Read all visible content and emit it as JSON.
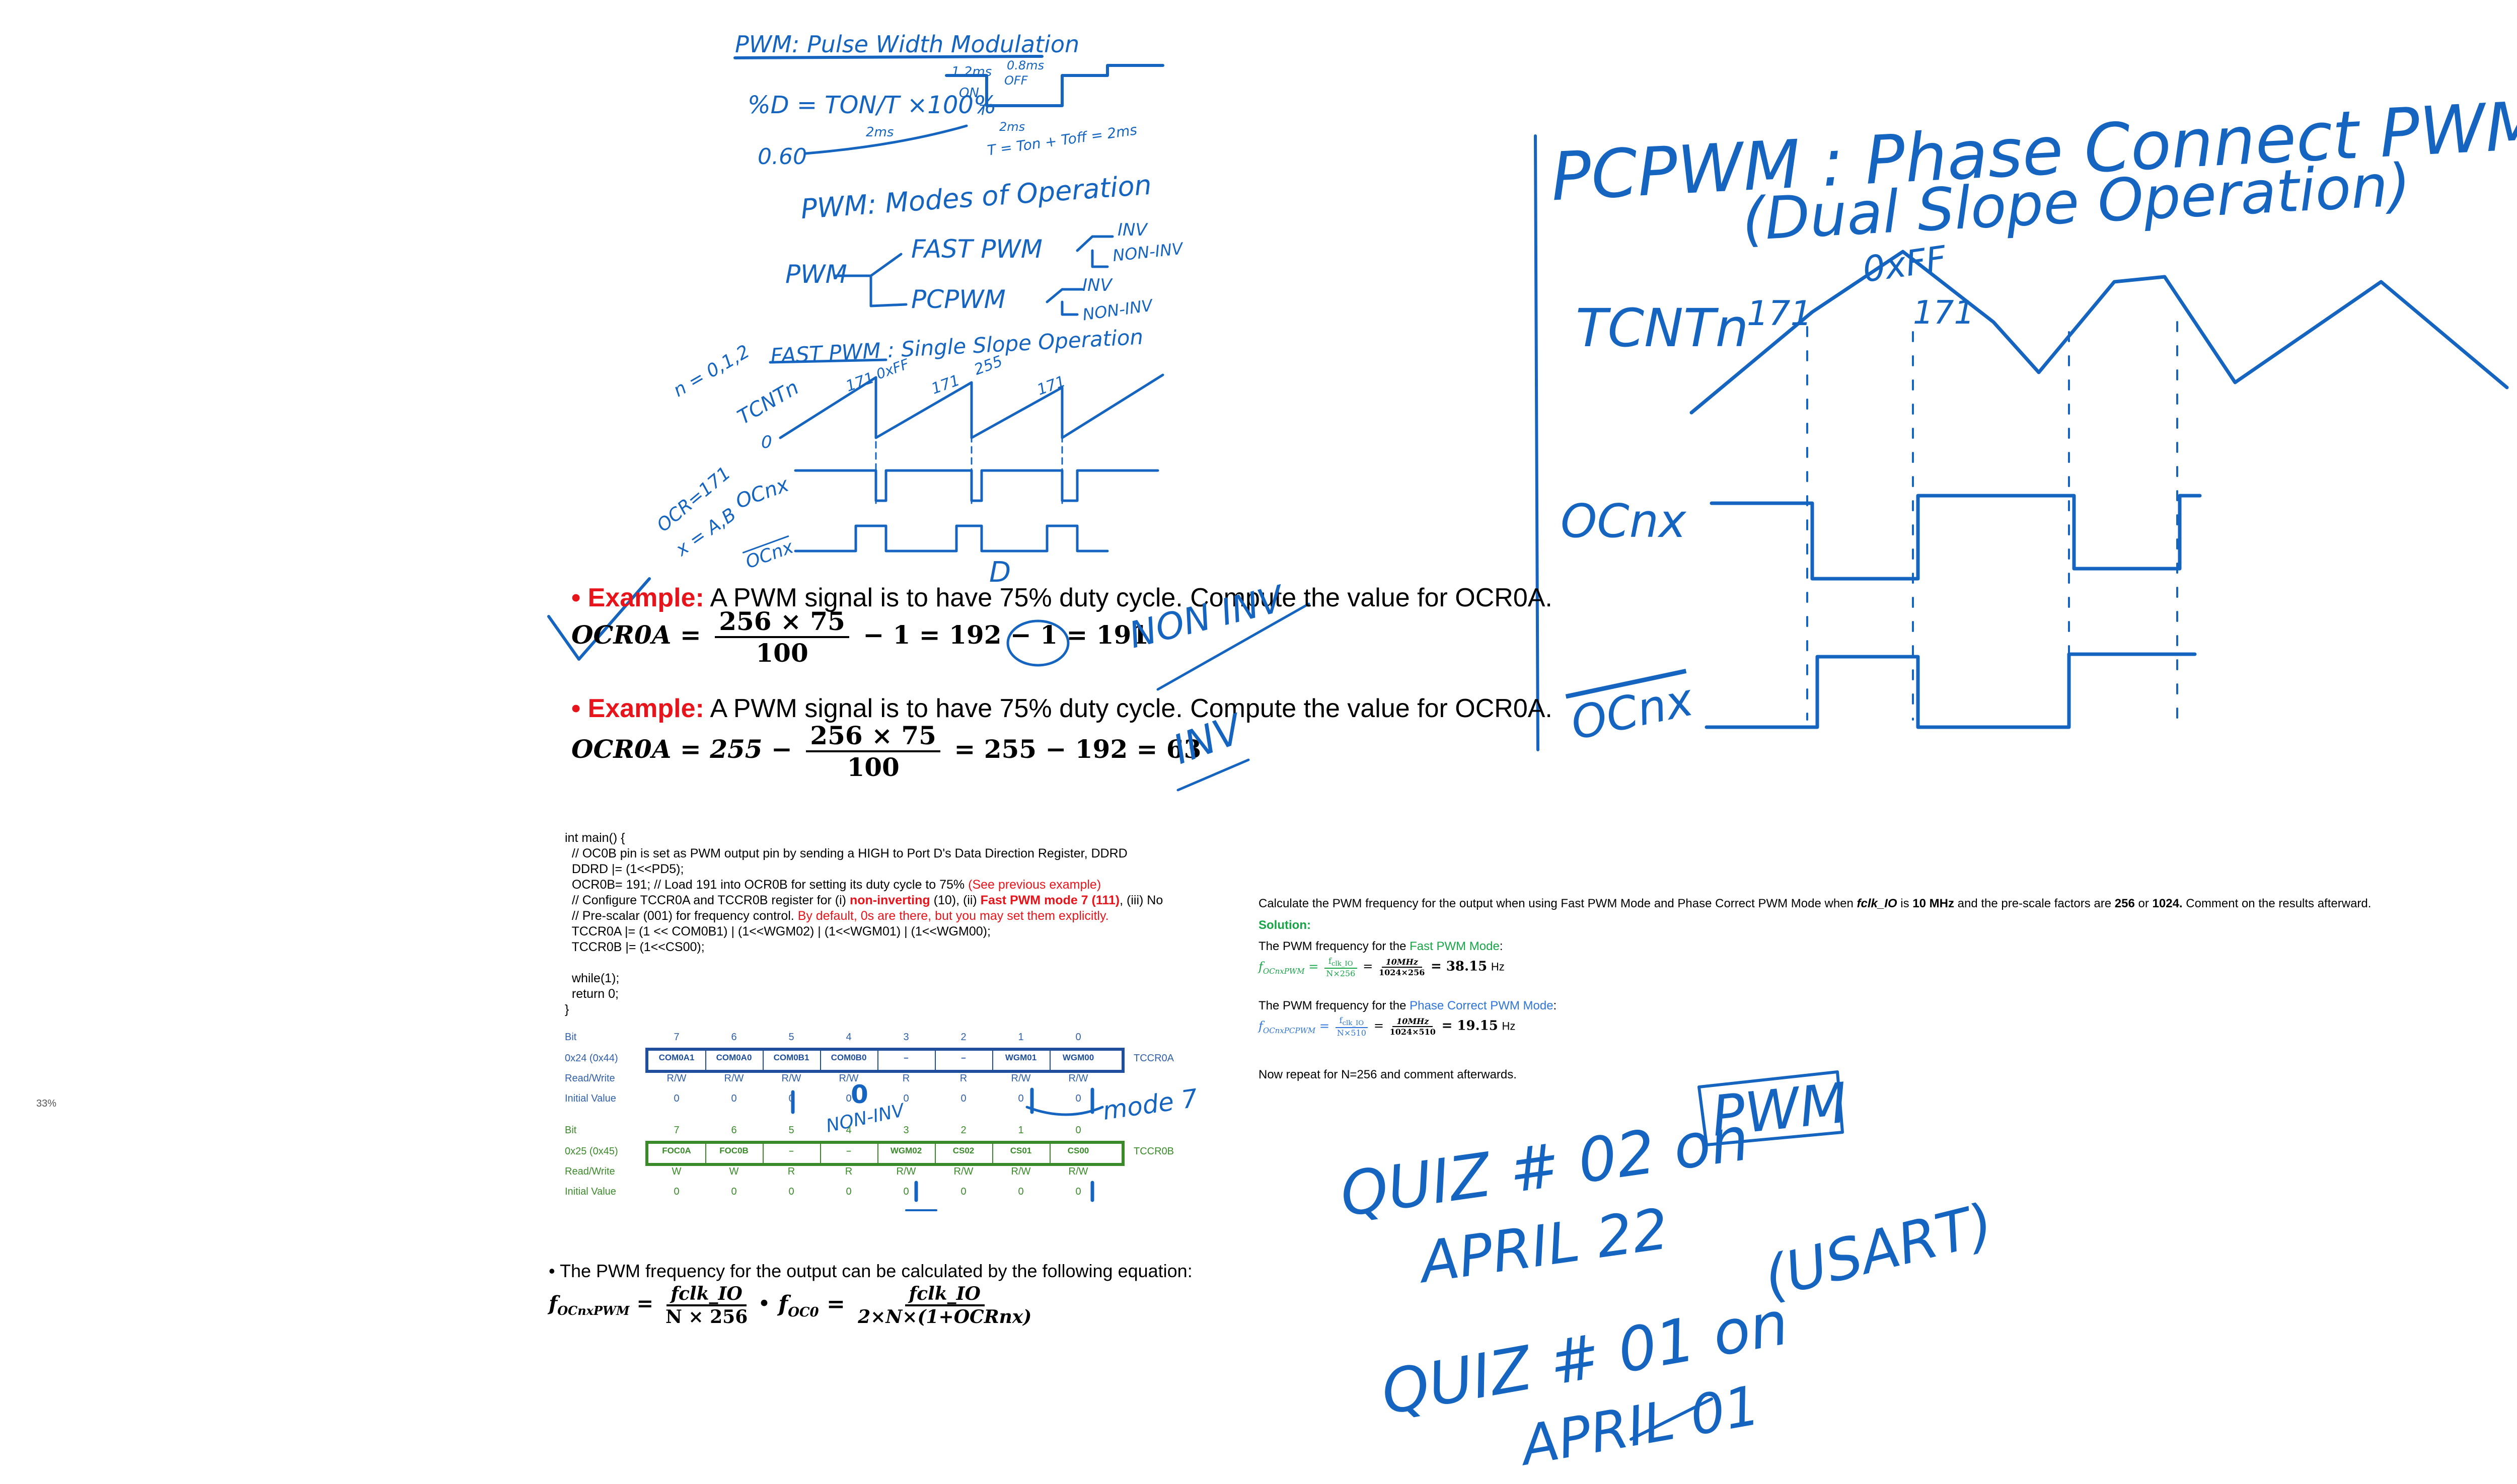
{
  "zoom_label": "33%",
  "notes_top": {
    "title": "PWM: Pulse Width Modulation",
    "duty_formula": "%D = TON/T ×100%",
    "t_label": "2ms",
    "duty_value": "0.60",
    "on_time": "1.2ms",
    "on_label": "ON",
    "off_time": "0.8ms",
    "off_label": "OFF",
    "period_label": "T",
    "period_value": "2ms",
    "period_eq": "T = Ton + Toff = 2ms",
    "modes_title": "PWM: Modes of Operation",
    "root": "PWM",
    "fast": "FAST PWM",
    "pcpwm": "PCPWM",
    "inv": "INV",
    "noninv": "NON-INV",
    "fast_title": "FAST PWM : Single Slope Operation",
    "n_label": "n = 0,1,2",
    "tcnt_label": "TCNTn",
    "zero_label": "0",
    "val_171": "171",
    "val_0xff": "0xFF",
    "val_255": "255",
    "ocr_label": "OCR=171",
    "x_label": "x = A,B",
    "ocnx": "OCnx",
    "ocnx_bar": "OCnx"
  },
  "example1": {
    "bullet": "• ",
    "label": "Example:",
    "text": " A PWM signal is to have 75% duty cycle. Compute the value for OCR0A.",
    "lhs": "OCR0A =",
    "num": "256 × 75",
    "den": "100",
    "rhs": "− 1 = 192 − 1 = 191",
    "note_d": "D",
    "note_noninv": "NON INV"
  },
  "example2": {
    "bullet": "• ",
    "label": "Example:",
    "text": " A PWM signal is to have 75% duty cycle. Compute the value for OCR0A.",
    "lhs": "OCR0A = 255 −",
    "num": "256 × 75",
    "den": "100",
    "rhs": "= 255 − 192 = 63",
    "note_inv": "INV"
  },
  "code": {
    "l1": "int main() {",
    "l2": "  // OC0B pin is set as PWM output pin by sending a HIGH to Port D's Data Direction Register, DDRD",
    "l3": "  DDRD |= (1<<PD5);",
    "l4a": "  OCR0B= 191; // Load 191 into OCR0B for setting its duty cycle to 75% ",
    "l4b": "(See previous example)",
    "l5a": "  // Configure TCCR0A and TCCR0B register for (i) ",
    "l5b": "non-inverting",
    "l5c": " (10), (ii) ",
    "l5d": "Fast PWM mode 7 (111)",
    "l5e": ", (iii) No",
    "l6a": "  // Pre-scalar (001) for frequency control. ",
    "l6b": "By default, 0s are there, but you may set them explicitly.",
    "l7": "  TCCR0A |= (1 << COM0B1) | (1<<WGM02) | (1<<WGM01) | (1<<WGM00);",
    "l8": "  TCCR0B |= (1<<CS00);",
    "l9": "",
    "l10": "  while(1);",
    "l11": "  return 0;",
    "l12": "}"
  },
  "tccr0a": {
    "bit_label": "Bit",
    "bits": [
      "7",
      "6",
      "5",
      "4",
      "3",
      "2",
      "1",
      "0"
    ],
    "addr": "0x24 (0x44)",
    "fields": [
      "COM0A1",
      "COM0A0",
      "COM0B1",
      "COM0B0",
      "–",
      "–",
      "WGM01",
      "WGM00"
    ],
    "name": "TCCR0A",
    "rw_label": "Read/Write",
    "rw": [
      "R/W",
      "R/W",
      "R/W",
      "R/W",
      "R",
      "R",
      "R/W",
      "R/W"
    ],
    "init_label": "Initial Value",
    "init": [
      "0",
      "0",
      "0",
      "0",
      "0",
      "0",
      "0",
      "0"
    ],
    "note_mode7": "mode 7",
    "note_noninv": "NON-INV",
    "note_0": "0"
  },
  "tccr0b": {
    "bit_label": "Bit",
    "bits": [
      "7",
      "6",
      "5",
      "4",
      "3",
      "2",
      "1",
      "0"
    ],
    "addr": "0x25 (0x45)",
    "fields": [
      "FOC0A",
      "FOC0B",
      "–",
      "–",
      "WGM02",
      "CS02",
      "CS01",
      "CS00"
    ],
    "name": "TCCR0B",
    "rw_label": "Read/Write",
    "rw": [
      "W",
      "W",
      "R",
      "R",
      "R/W",
      "R/W",
      "R/W",
      "R/W"
    ],
    "init_label": "Initial Value",
    "init": [
      "0",
      "0",
      "0",
      "0",
      "0",
      "0",
      "0",
      "0"
    ]
  },
  "freq_eq": {
    "text": "• The PWM frequency for the output can be calculated by the following equation:",
    "lhs1": "f",
    "lhs1_sub": "OCnxPWM",
    "num1": "fclk_IO",
    "den1": "N × 256",
    "lhs2": "f",
    "lhs2_sub": "OC0",
    "num2": "fclk_IO",
    "den2": "2×N×(1+OCRnx)"
  },
  "solution": {
    "q_a": "Calculate the PWM frequency for the output when using Fast PWM Mode and Phase Correct PWM Mode when ",
    "q_f": "fclk_IO",
    "q_b": " is ",
    "q_c": "10 MHz",
    "q_d": " and the pre-scale factors are ",
    "q_e": "256",
    "q_g": " or ",
    "q_h": "1024.",
    "q_i": " Comment on the results afterward.",
    "sol_label": "Solution:",
    "fast_a": "The PWM frequency for the ",
    "fast_b": "Fast PWM Mode",
    "fast_c": ":",
    "fast_eq": "fOCnxPWM = fclk_IO / N×256 = 10MHz / 1024×256 = 38.15 Hz",
    "fast_res": "= 38.15",
    "hz": "Hz",
    "pc_a": "The PWM frequency for the ",
    "pc_b": "Phase Correct PWM Mode",
    "pc_c": ":",
    "pc_res": "= 19.15",
    "repeat": "Now repeat for N=256 and comment afterwards."
  },
  "right_notes": {
    "title1": "PCPWM : Phase Connect PWM",
    "title2": "(Dual Slope Operation)",
    "tcnt": "TCNTn",
    "v171a": "171",
    "v0xff": "0xFF",
    "v171b": "171",
    "ocnx": "OCnx",
    "ocnx_bar": "OCnx",
    "quiz1": "QUIZ # 02 on",
    "quiz1_topic": "PWM",
    "quiz1_date": "APRIL 22",
    "quiz2": "QUIZ # 01 on",
    "quiz2_topic": "(USART)",
    "quiz2_date": "APRIL 01"
  },
  "colors": {
    "ink": "#1565c0",
    "red": "#e8141b",
    "green": "#17a547",
    "blue_box": "#1f4e9c",
    "green_box": "#3a8a2a"
  }
}
